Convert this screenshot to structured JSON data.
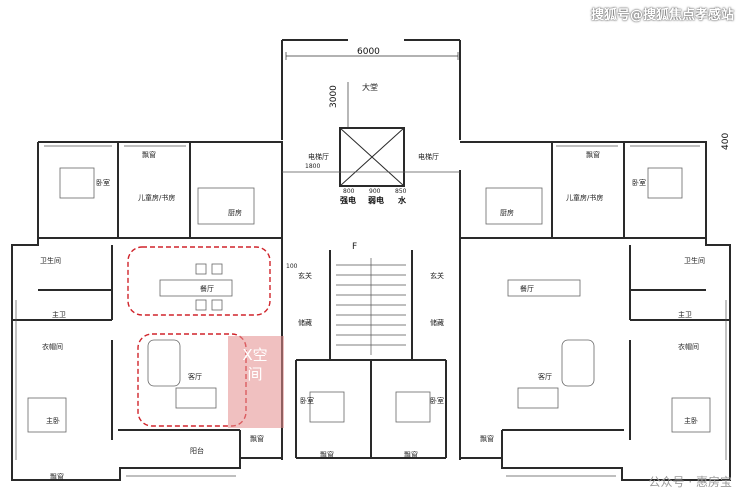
{
  "watermark_top": "搜狐号@搜狐焦点孝感站",
  "watermark_bottom": "公众号 · 惠房宝",
  "dimensions": {
    "width": "6000",
    "depth": "3000",
    "edge": "400",
    "corridor_width": "1800",
    "shaft_1": "800",
    "shaft_2": "900",
    "shaft_3": "850",
    "stair_dim": "100"
  },
  "utility": {
    "strong": "强电",
    "weak": "弱电",
    "water": "水"
  },
  "central": {
    "lobby": "大堂",
    "elevator_hall_left": "电梯厅",
    "elevator_hall_right": "电梯厅",
    "foyer_left": "玄关",
    "foyer_right": "玄关",
    "storage_left": "储藏",
    "storage_right": "储藏",
    "stair_mark": "F"
  },
  "left_unit": {
    "bedroom": "卧室",
    "bay_window_top": "飘窗",
    "kids_room": "儿童房/书房",
    "kitchen": "厨房",
    "bathroom": "卫生间",
    "dining": "餐厅",
    "master_bath": "主卫",
    "closet": "衣帽间",
    "living": "客厅",
    "master_bedroom": "主卧",
    "balcony": "阳台",
    "bay_window_bottom": "飘窗",
    "bay_window_corner": "飘窗"
  },
  "right_unit": {
    "bedroom": "卧室",
    "bay_window_top": "飘窗",
    "kids_room": "儿童房/书房",
    "kitchen": "厨房",
    "bathroom": "卫生间",
    "dining": "餐厅",
    "master_bath": "主卫",
    "closet": "衣帽间",
    "living": "客厅",
    "master_bedroom": "主卧",
    "bay_window_bottom": "飘窗"
  },
  "middle_units": {
    "bedroom_left": "卧室",
    "bedroom_right": "卧室",
    "bay_window_left": "飘窗",
    "bay_window_right": "飘窗"
  },
  "highlight": {
    "x_space": "X空间"
  },
  "colors": {
    "wall": "#2a2a2a",
    "highlight_dash": "#d0242b",
    "highlight_fill": "#e48c8c"
  }
}
